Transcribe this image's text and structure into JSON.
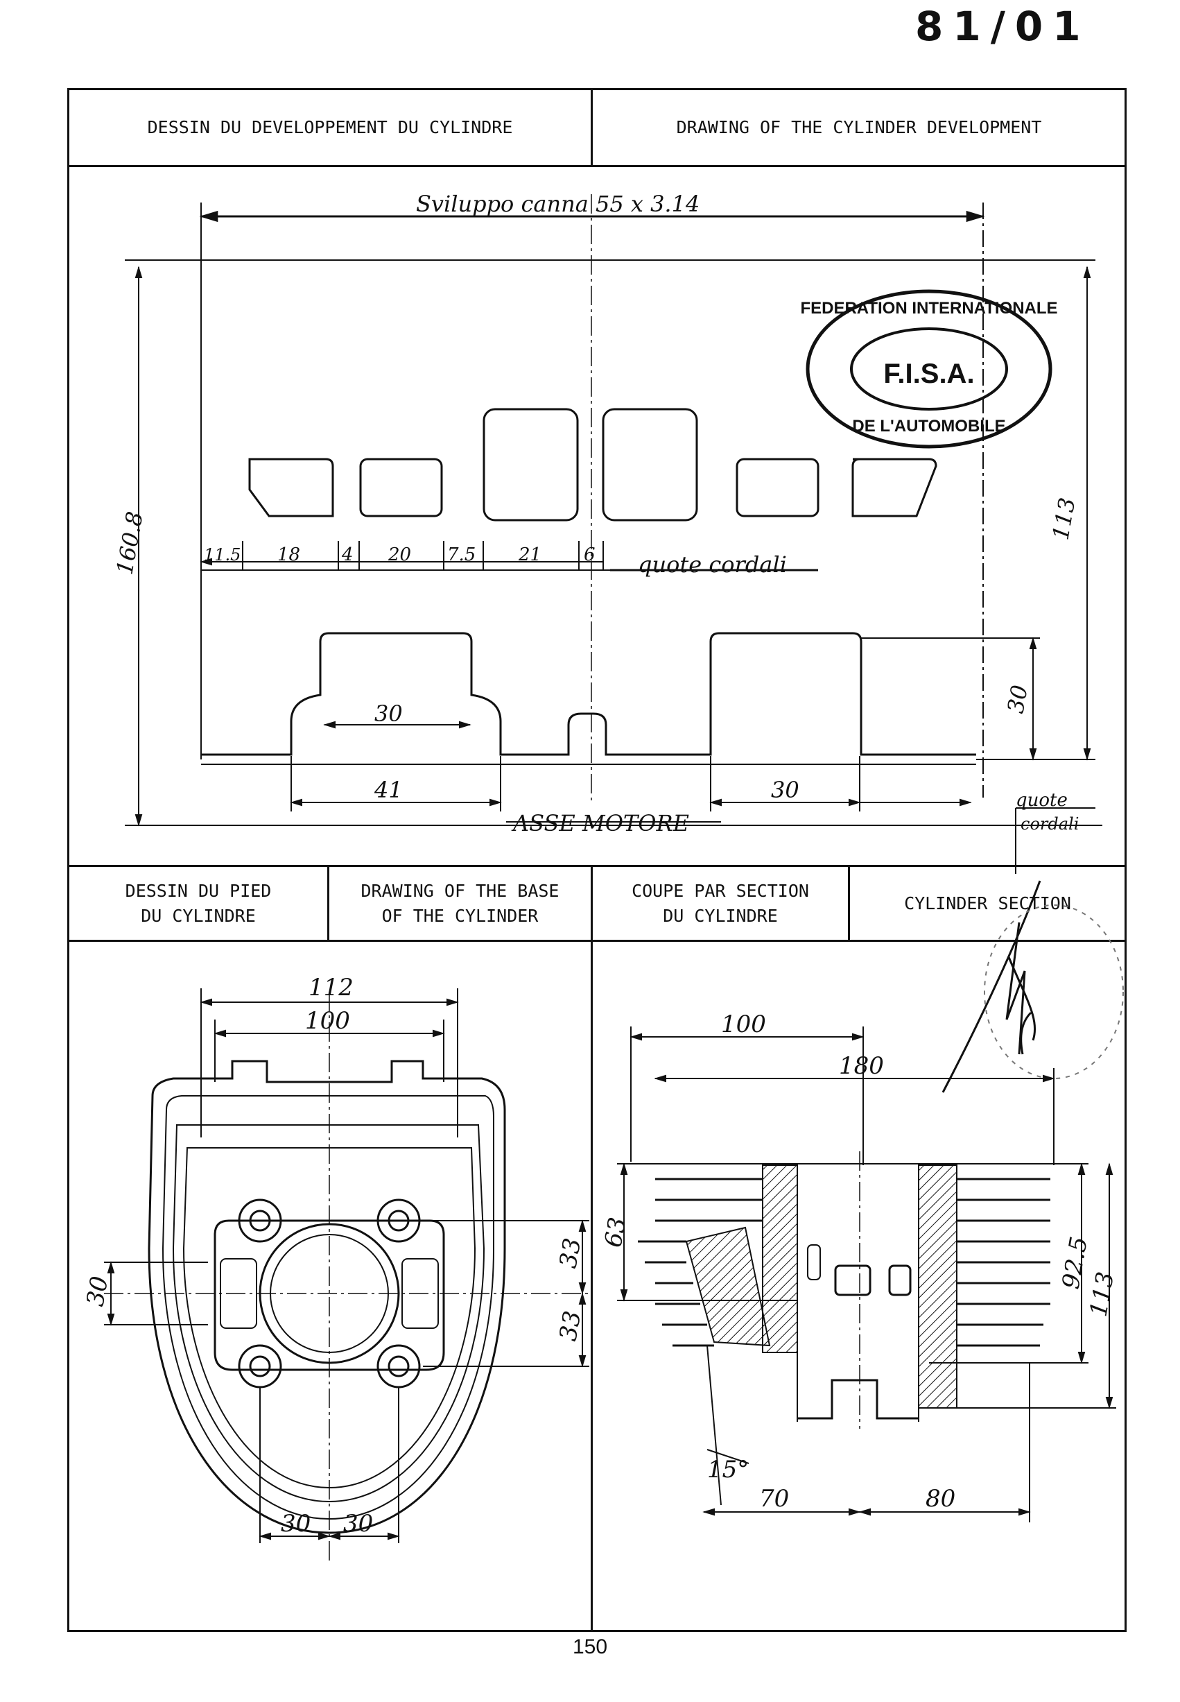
{
  "document_number": "81/01",
  "page_number": "150",
  "headers": {
    "dev_fr": "DESSIN DU DEVELOPPEMENT DU CYLINDRE",
    "dev_en": "DRAWING OF THE CYLINDER DEVELOPMENT",
    "base_fr": "DESSIN DU PIED\nDU CYLINDRE",
    "base_en": "DRAWING OF THE BASE\nOF THE CYLINDER",
    "section_fr": "COUPE PAR SECTION\nDU CYLINDRE",
    "section_en": "CYLINDER SECTION"
  },
  "development_view": {
    "title": "Sviluppo canna 55 x 3.14",
    "chord_note": "quote cordali",
    "axis_label": "ASSE MOTORE",
    "bottom_right_note_1": "quote",
    "bottom_right_note_2": "cordali",
    "height_total": "160.8",
    "height_right": "113",
    "height_port": "30",
    "chord_dims": [
      "11.5",
      "18",
      "4",
      "20",
      "7.5",
      "21",
      "6"
    ],
    "exhaust_inner": "30",
    "exhaust_outer": "41",
    "transfer_width": "30"
  },
  "base_view": {
    "dim_112": "112",
    "dim_100": "100",
    "dim_30_left": "30",
    "dim_33_upper": "33",
    "dim_33_lower": "33",
    "dim_30_bottom_left": "30",
    "dim_30_bottom_right": "30"
  },
  "section_view": {
    "dim_100": "100",
    "dim_180": "180",
    "dim_63": "63",
    "dim_92_5": "92.5",
    "dim_113": "113",
    "angle_15": "15°",
    "dim_70": "70",
    "dim_80": "80"
  },
  "stamp": {
    "outer_top": "FEDERATION INTERNATIONALE",
    "center": "F.I.S.A.",
    "outer_bottom": "DE L'AUTOMOBILE"
  },
  "colors": {
    "ink": "#111111",
    "paper": "#ffffff"
  }
}
